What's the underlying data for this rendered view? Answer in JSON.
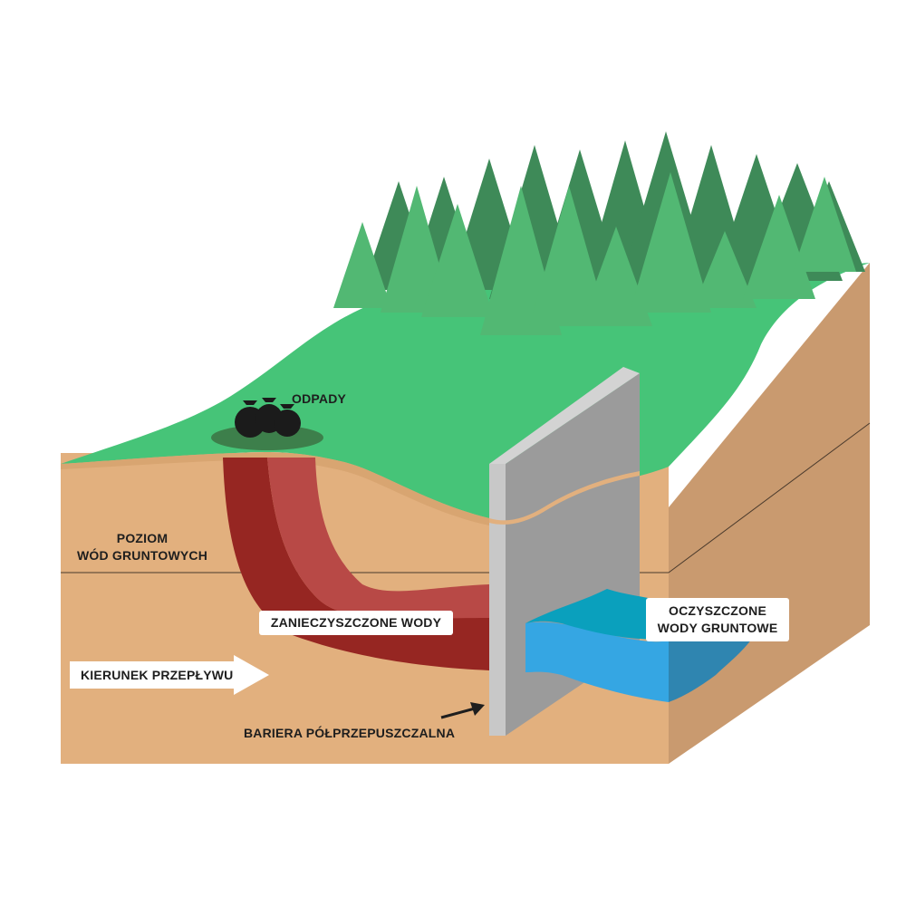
{
  "labels": {
    "waste": "ODPADY",
    "groundwater_level_line1": "POZIOM",
    "groundwater_level_line2": "WÓD GRUNTOWYCH",
    "contaminated": "ZANIECZYSZCZONE WODY",
    "treated_line1": "OCZYSZCZONE",
    "treated_line2": "WODY GRUNTOWE",
    "flow_direction": "KIERUNEK PRZEPŁYWU",
    "barrier": "BARIERA PÓŁPRZEPUSZCZALNA"
  },
  "colors": {
    "grass": "#46c478",
    "soil_front": "#e2b07e",
    "soil_side": "#c99a6f",
    "soil_top_dark": "#8a5a36",
    "tree_light": "#52b873",
    "tree_dark": "#3e8a58",
    "plume_dark": "#962622",
    "plume_light": "#b84946",
    "barrier_face": "#9b9b9b",
    "barrier_edge": "#c8c8c8",
    "barrier_top": "#d3d3d3",
    "water_top": "#0aa0bd",
    "water_front": "#35a6e3",
    "water_side": "#2f85b0",
    "waste_bags": "#1b1b1b",
    "waste_puddle": "#3d7f4b"
  }
}
